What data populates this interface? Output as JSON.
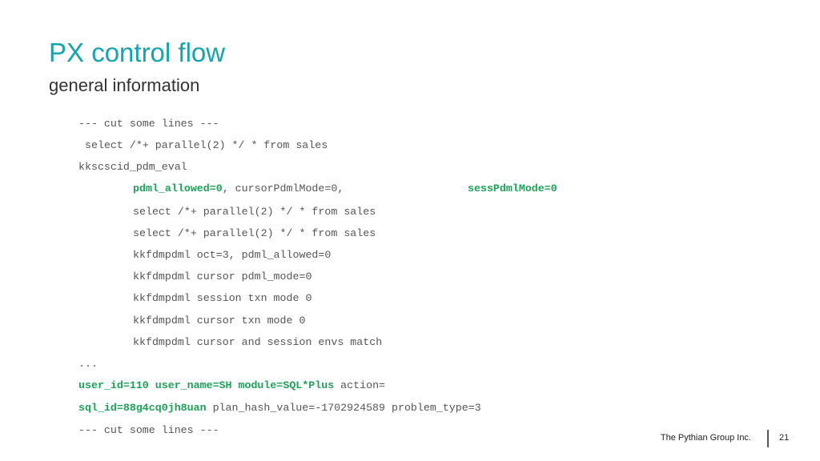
{
  "slide": {
    "title": "PX control flow",
    "subtitle": "general information"
  },
  "code": {
    "line1": "--- cut some lines ---",
    "line2": "select /*+ parallel(2) */ * from sales",
    "line3": "kkscscid_pdm_eval",
    "line4": {
      "hl1": "pdml_allowed=0",
      "mid": ", cursorPdmlMode=0,",
      "hl2": "sessPdmlMode=0"
    },
    "line5": "select /*+ parallel(2) */ * from sales",
    "line6": "select /*+ parallel(2) */ * from sales",
    "line7": "kkfdmpdml oct=3, pdml_allowed=0",
    "line8": "kkfdmpdml cursor pdml_mode=0",
    "line9": "kkfdmpdml session txn mode 0",
    "line10": "kkfdmpdml cursor txn mode 0",
    "line11": "kkfdmpdml cursor and session envs match",
    "line12": "...",
    "line13": {
      "hl": "user_id=110 user_name=SH module=SQL*Plus",
      "rest": " action="
    },
    "line14": {
      "hl": "sql_id=88g4cq0jh8uan",
      "rest": " plan_hash_value=-1702924589 problem_type=3"
    },
    "line15": "--- cut some lines ---"
  },
  "footer": {
    "company": "The Pythian Group Inc.",
    "page_number": "21"
  },
  "colors": {
    "title": "#17a3ac",
    "highlight": "#1e9f5a",
    "code_text": "#555555"
  }
}
